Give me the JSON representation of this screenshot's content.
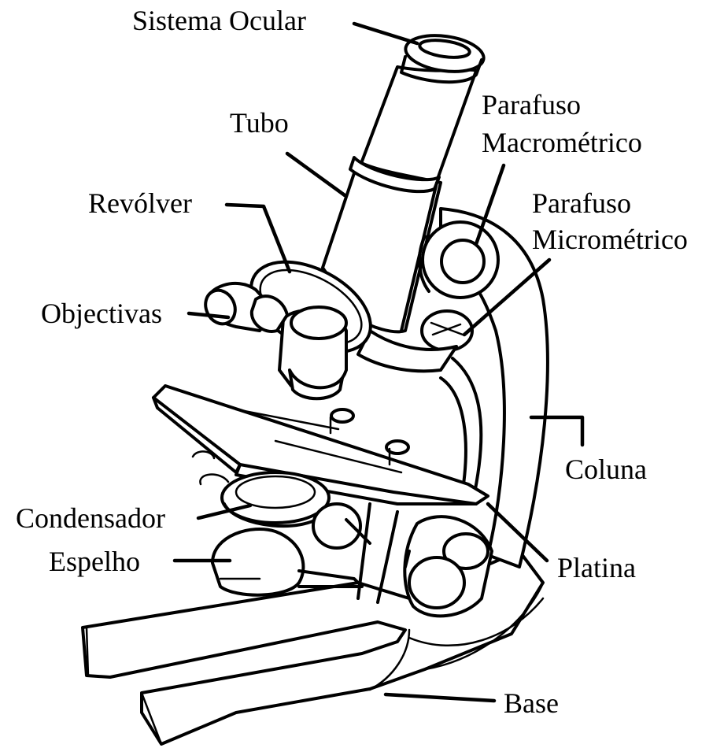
{
  "labels": {
    "ocular": "Sistema Ocular",
    "tubo": "Tubo",
    "macro_line1": "Parafuso",
    "macro_line2": "Macrométrico",
    "micro_line1": "Parafuso",
    "micro_line2": "Micrométrico",
    "revolver": "Revólver",
    "objectivas": "Objectivas",
    "coluna": "Coluna",
    "condensador": "Condensador",
    "espelho": "Espelho",
    "platina": "Platina",
    "base": "Base"
  },
  "colors": {
    "ink": "#000000",
    "background": "#ffffff"
  }
}
